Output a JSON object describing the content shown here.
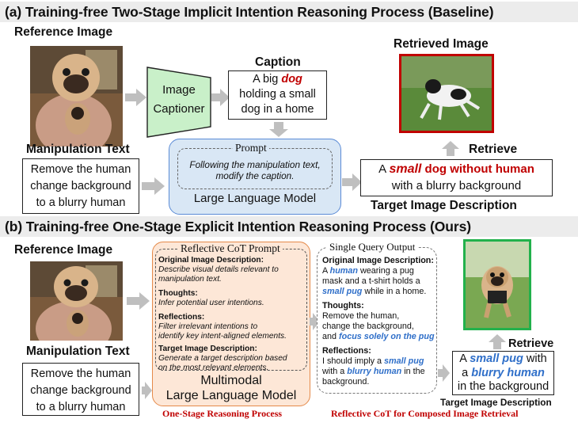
{
  "section_a": {
    "title": "(a) Training-free Two-Stage Implicit Intention Reasoning Process (Baseline)",
    "reference_image_label": "Reference Image",
    "captioner_line1": "Image",
    "captioner_line2": "Captioner",
    "caption_label": "Caption",
    "caption": {
      "prefix": "A big ",
      "highlight": "dog",
      "line2": "holding a small",
      "line3": "dog in a home"
    },
    "retrieved_image_label": "Retrieved Image",
    "manipulation_label": "Manipulation Text",
    "manipulation_lines": [
      "Remove the human",
      "change background",
      "to a blurry human"
    ],
    "prompt_legend": "Prompt",
    "prompt_lines": [
      "Following the manipulation text,",
      "modify the caption."
    ],
    "llm_label": "Large Language Model",
    "retrieve_label": "Retrieve",
    "target": {
      "prefix": "A ",
      "w1": "small",
      "w2": "dog",
      "w3": "without",
      "w4": "human",
      "line2": "with a blurry background"
    },
    "target_label": "Target Image Description"
  },
  "section_b": {
    "title": "(b) Training-free One-Stage Explicit Intention Reasoning Process (Ours)",
    "reference_image_label": "Reference Image",
    "cot_legend": "Reflective CoT Prompt",
    "cot": {
      "h1": "Original Image Description:",
      "t1a": "Describe visual details relevant to",
      "t1b": "manipulation text.",
      "h2": "Thoughts:",
      "t2": "Infer potential user intentions.",
      "h3": "Reflections:",
      "t3a": "Filter irrelevant intentions to",
      "t3b": "identify key intent-aligned elements.",
      "h4": "Target Image Description:",
      "t4a": "Generate a target description based",
      "t4b": "on the most relevant elements."
    },
    "mllm_line1": "Multimodal",
    "mllm_line2": "Large Language Model",
    "sq_legend": "Single Query Output",
    "sq": {
      "h1": "Original Image Description:",
      "l1_pre": "A ",
      "l1_hl": "human",
      "l1_post": " wearing a pug",
      "l2": "mask and a t-shirt holds a",
      "l3_hl": "small pug",
      "l3_post": " while in a home.",
      "h2": "Thoughts:",
      "l4": "Remove the human,",
      "l5": "change the background,",
      "l6_pre": "and ",
      "l6_hl": "focus solely on the pug",
      "h3": "Reflections:",
      "l7_pre": "I should imply a ",
      "l7_hl": "small pug",
      "l8_pre": "with a ",
      "l8_hl": "blurry human",
      "l8_post": " in the",
      "l9": "background."
    },
    "retrieve_label": "Retrieve",
    "target": {
      "prefix": "A ",
      "hl1": "small pug",
      "mid": " with",
      "pre2": "a ",
      "hl2": "blurry human",
      "line3": "in the background"
    },
    "target_label": "Target Image Description",
    "manipulation_label": "Manipulation Text",
    "manipulation_lines": [
      "Remove the human",
      "change background",
      "to a blurry human"
    ],
    "red_caption_left": "One-Stage Reasoning Process",
    "red_caption_right": "Reflective CoT for Composed Image Retrieval"
  },
  "colors": {
    "highlight_red": "#c00000",
    "highlight_blue": "#2f6fc9",
    "prompt_fill": "#d9e7f5",
    "cot_fill": "#fde7d7",
    "captioner_fill": "#c9f0c9",
    "retrieved_frame": "#c00000",
    "target_frame": "#22b14c"
  }
}
